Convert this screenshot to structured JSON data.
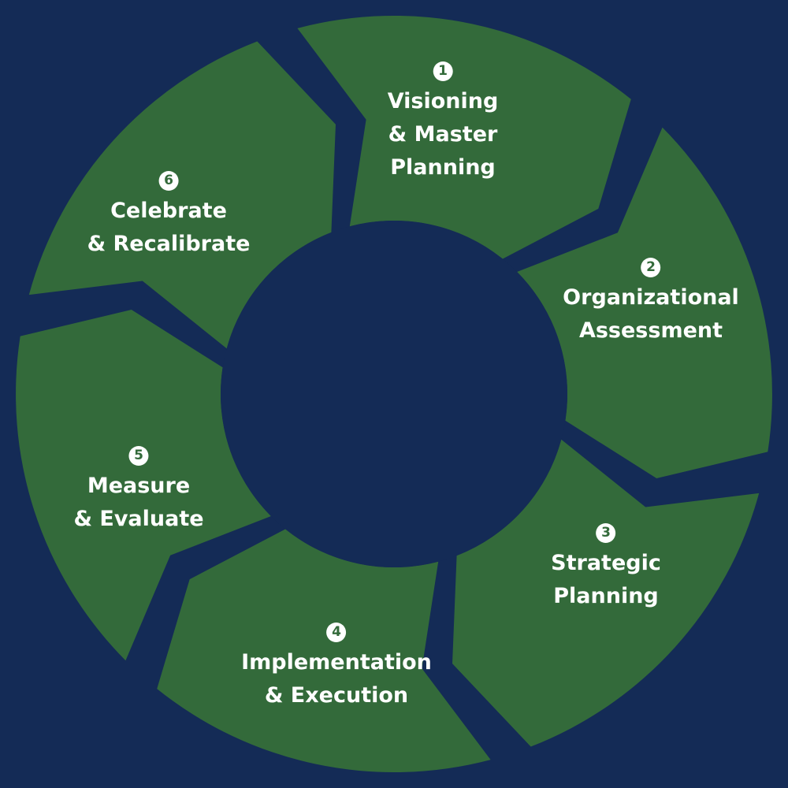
{
  "colors": {
    "background": "#142b56",
    "segment": "#336a3a",
    "center": "#142b56",
    "text": "#ffffff"
  },
  "steps": [
    {
      "number": "1",
      "lines": [
        "Visioning",
        "& Master",
        "Planning"
      ]
    },
    {
      "number": "2",
      "lines": [
        "Organizational",
        "Assessment"
      ]
    },
    {
      "number": "3",
      "lines": [
        "Strategic",
        "Planning"
      ]
    },
    {
      "number": "4",
      "lines": [
        "Implementation",
        "& Execution"
      ]
    },
    {
      "number": "5",
      "lines": [
        "Measure",
        "& Evaluate"
      ]
    },
    {
      "number": "6",
      "lines": [
        "Celebrate",
        "& Recalibrate"
      ]
    }
  ]
}
